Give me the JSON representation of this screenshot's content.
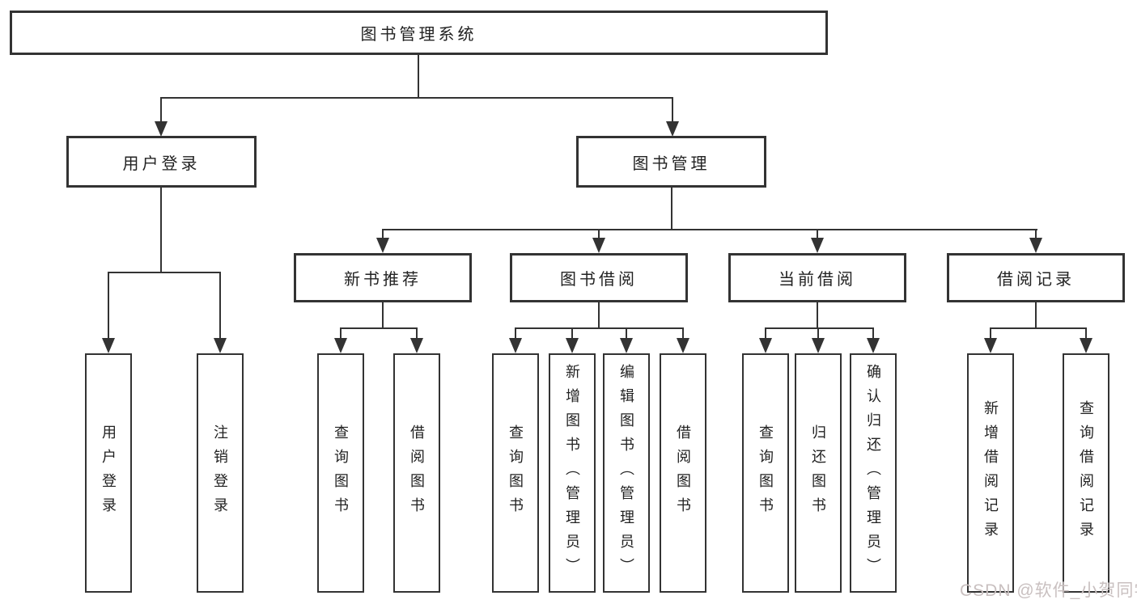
{
  "diagram": {
    "root": {
      "label": "图书管理系统"
    },
    "level1": [
      {
        "label": "用户登录"
      },
      {
        "label": "图书管理"
      }
    ],
    "level2": [
      {
        "label": "新书推荐",
        "parent": "图书管理"
      },
      {
        "label": "图书借阅",
        "parent": "图书管理"
      },
      {
        "label": "当前借阅",
        "parent": "图书管理"
      },
      {
        "label": "借阅记录",
        "parent": "图书管理"
      }
    ],
    "leaves": [
      {
        "label": "用户登录",
        "parent": "用户登录"
      },
      {
        "label": "注销登录",
        "parent": "用户登录"
      },
      {
        "label": "查询图书",
        "parent": "新书推荐"
      },
      {
        "label": "借阅图书",
        "parent": "新书推荐"
      },
      {
        "label": "查询图书",
        "parent": "图书借阅"
      },
      {
        "label": "新增图书（管理员）",
        "parent": "图书借阅"
      },
      {
        "label": "编辑图书（管理员）",
        "parent": "图书借阅"
      },
      {
        "label": "借阅图书",
        "parent": "图书借阅"
      },
      {
        "label": "查询图书",
        "parent": "当前借阅"
      },
      {
        "label": "归还图书",
        "parent": "当前借阅"
      },
      {
        "label": "确认归还（管理员）",
        "parent": "当前借阅"
      },
      {
        "label": "新增借阅记录",
        "parent": "借阅记录"
      },
      {
        "label": "查询借阅记录",
        "parent": "借阅记录"
      }
    ]
  },
  "watermark": {
    "text": "CSDN @软件_小贺同学",
    "color": "#c9c0c0"
  },
  "colors": {
    "line": "#333333",
    "box_border": "#333333",
    "box_background": "#ffffff",
    "text": "#222222",
    "background": "#ffffff"
  }
}
